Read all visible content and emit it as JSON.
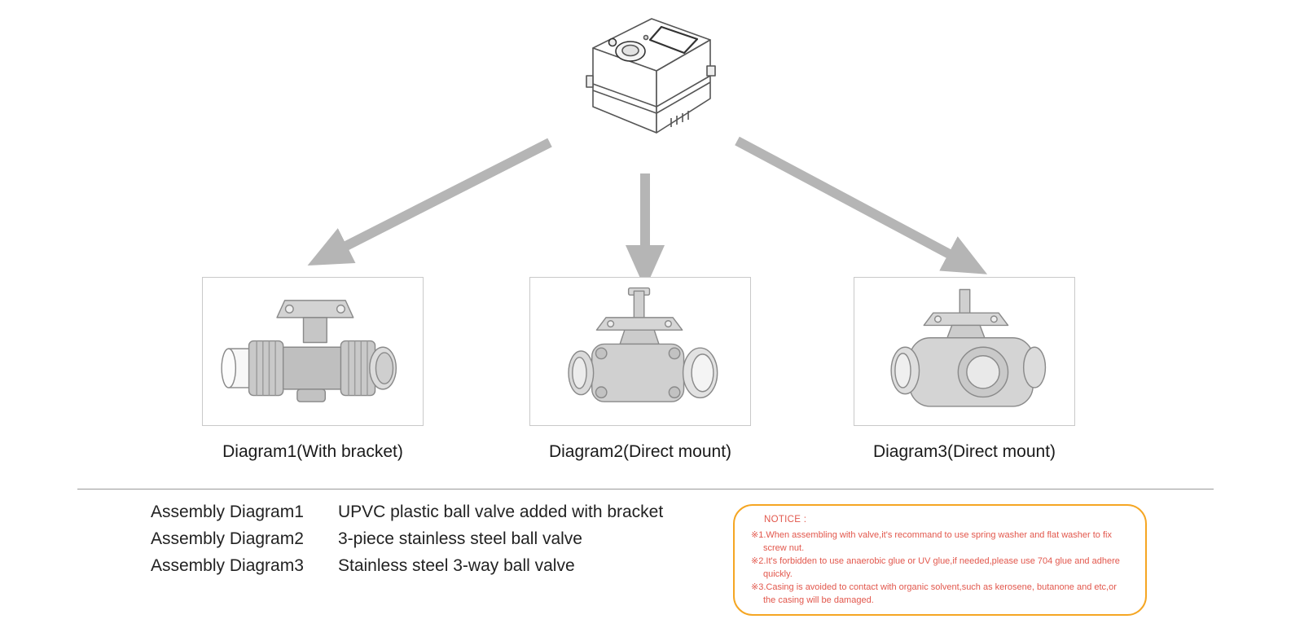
{
  "page": {
    "background": "#ffffff"
  },
  "actuator": {
    "illustration": "electric-actuator"
  },
  "diagrams": [
    {
      "label": "Diagram1(With bracket)",
      "illustration": "upvc-plastic-ball-valve-with-bracket"
    },
    {
      "label": "Diagram2(Direct mount)",
      "illustration": "3-piece-stainless-steel-ball-valve"
    },
    {
      "label": "Diagram3(Direct mount)",
      "illustration": "stainless-steel-3-way-ball-valve"
    }
  ],
  "assembly_list": [
    {
      "name": "Assembly Diagram1",
      "description": "UPVC plastic ball valve added with bracket"
    },
    {
      "name": "Assembly Diagram2",
      "description": "3-piece stainless steel ball valve"
    },
    {
      "name": "Assembly Diagram3",
      "description": "Stainless steel 3-way ball valve"
    }
  ],
  "notice": {
    "title": "NOTICE :",
    "items": [
      "※1.When assembling with valve,it's recommand to use spring washer and flat washer to fix screw nut.",
      "※2.It's forbidden to use anaerobic glue or UV glue,if needed,please use 704 glue and adhere quickly.",
      "※3.Casing is avoided to contact with organic solvent,such as kerosene, butanone and etc,or the casing will be damaged."
    ]
  },
  "colors": {
    "notice_border": "#f5a623",
    "notice_text": "#e2574c",
    "arrow": "#b5b5b5",
    "box_border": "#c9c9c9",
    "divider": "#9a9a9a",
    "text": "#1a1a1a"
  }
}
